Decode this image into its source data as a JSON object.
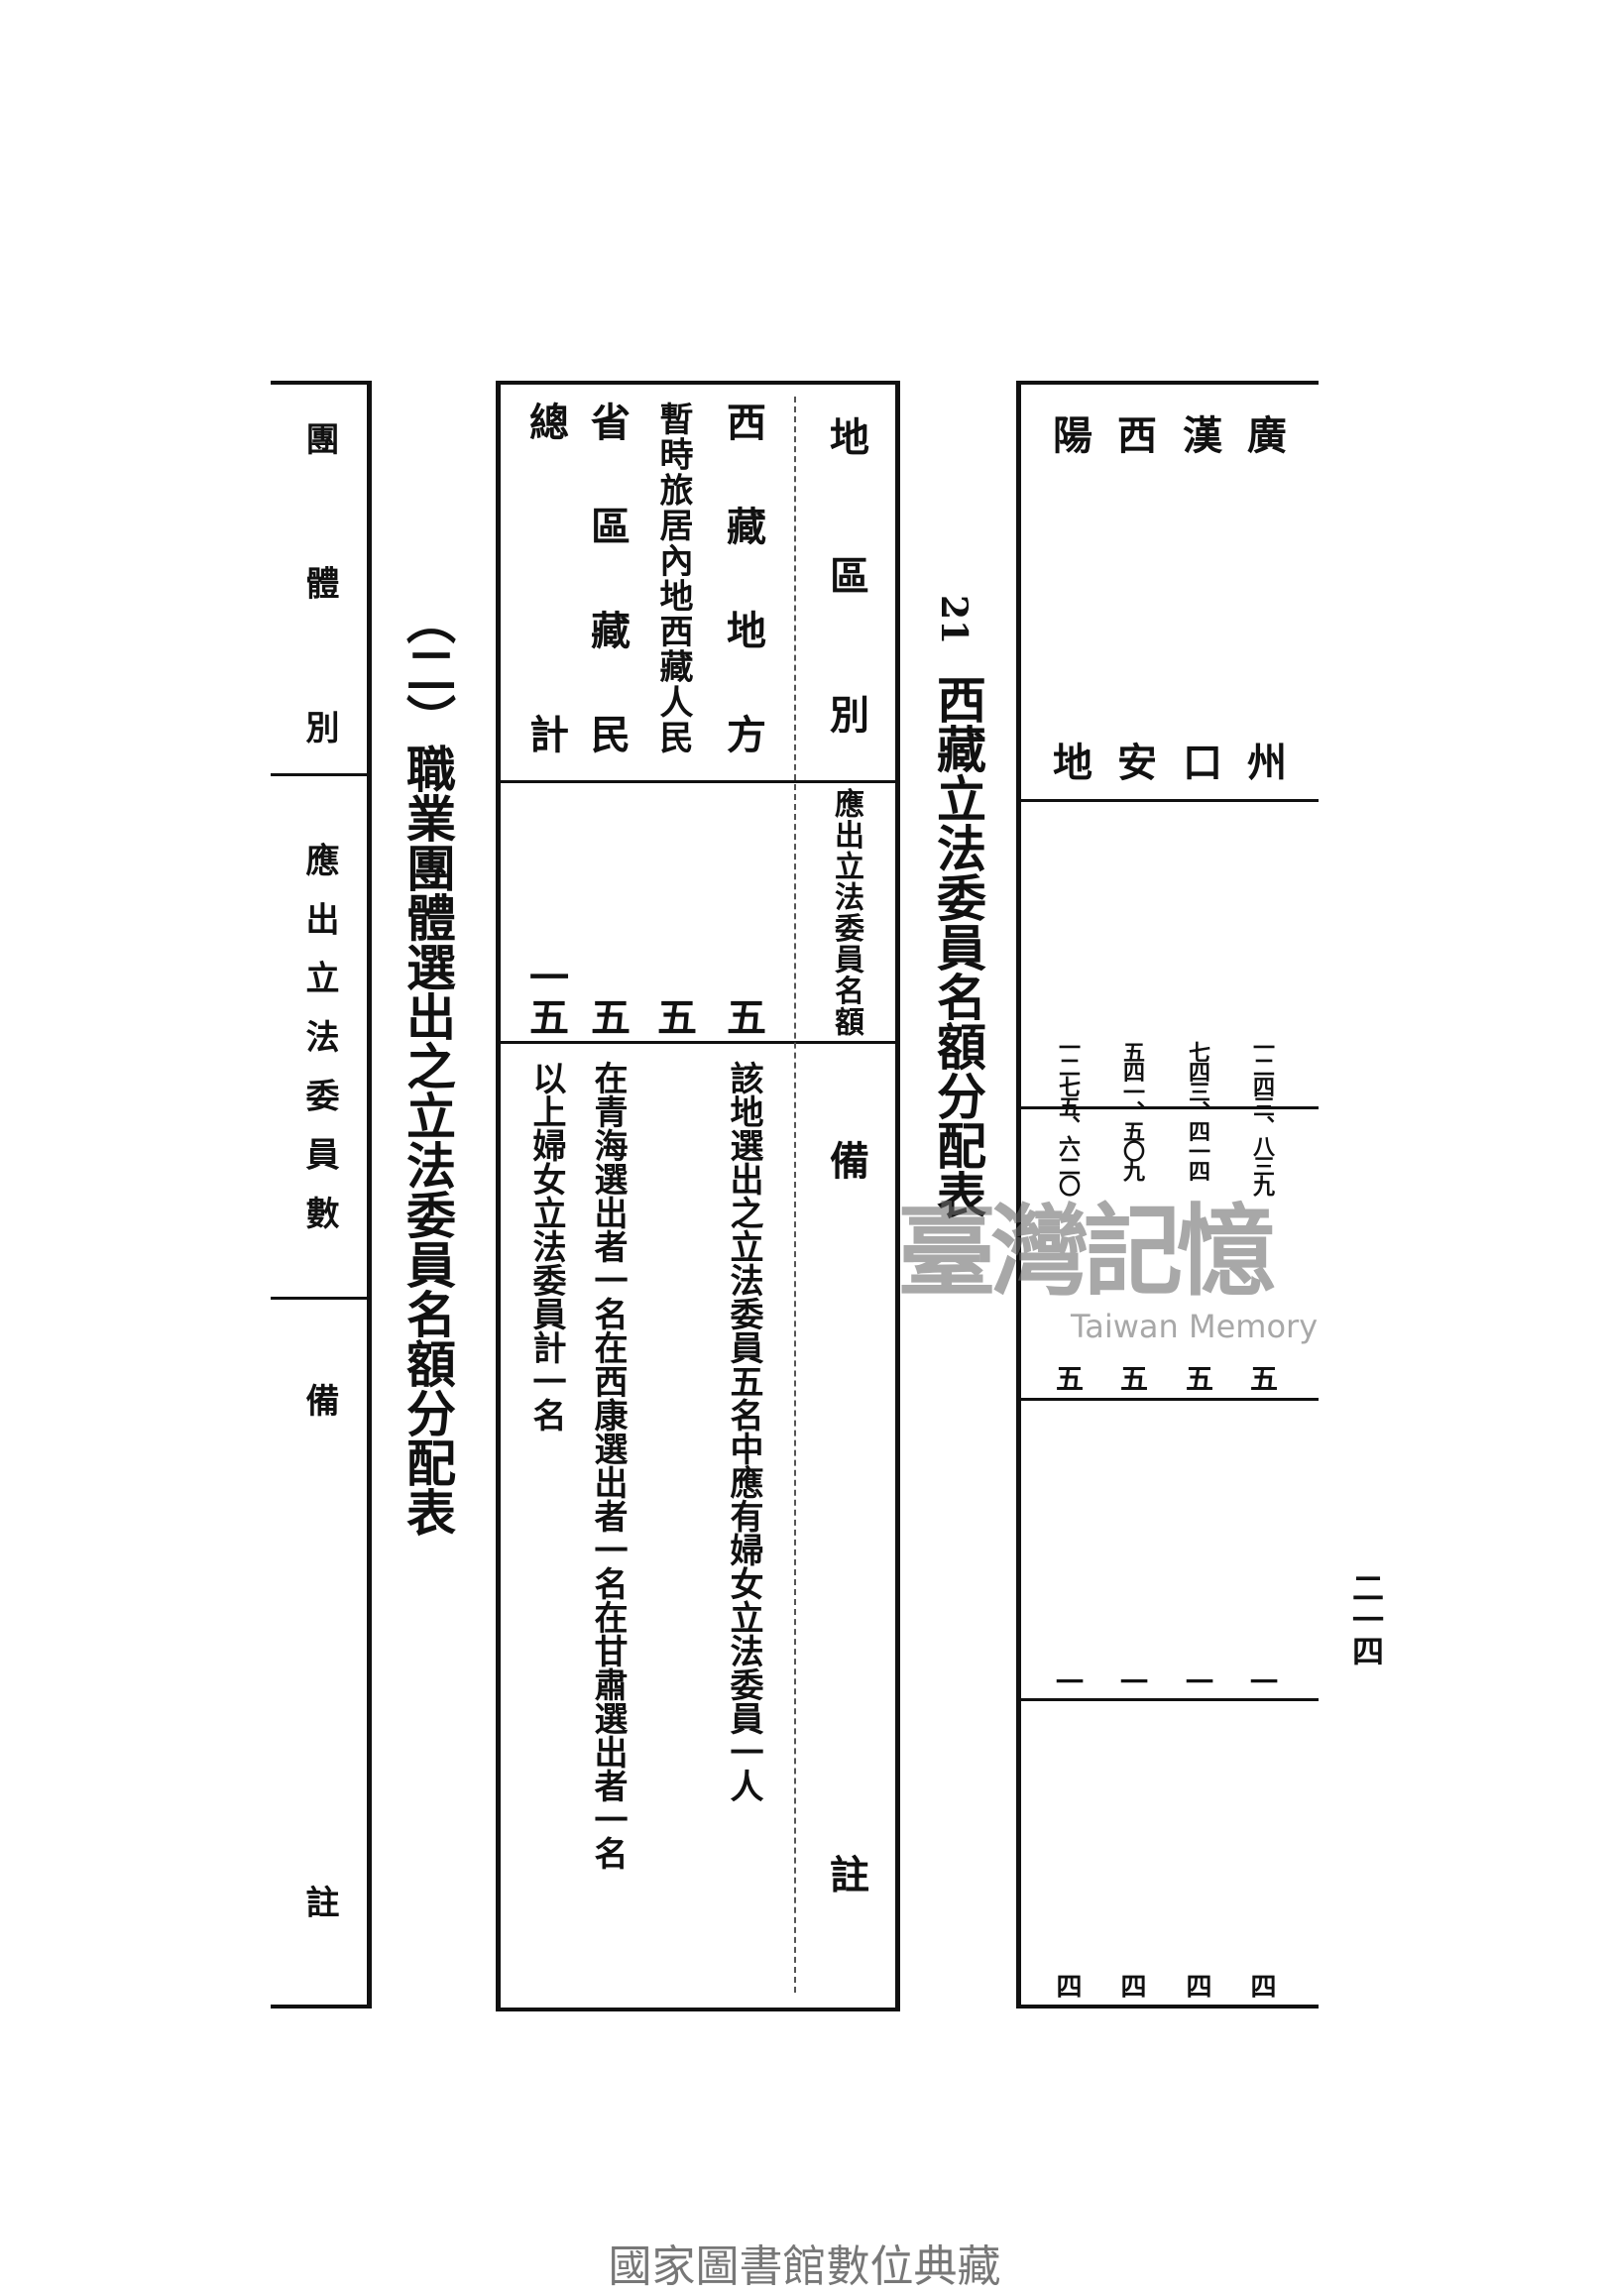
{
  "page_number": "二一四",
  "footer": "國家圖書館數位典藏",
  "watermark": {
    "logo_text": "臺灣記憶",
    "english": "Taiwan Memory"
  },
  "continued_table": {
    "rows": [
      {
        "region": "廣州",
        "population": "一二四三、八三九",
        "seats": "五",
        "women": "一",
        "remark": "四"
      },
      {
        "region": "漢口",
        "population": "七四三、四一四",
        "seats": "五",
        "women": "一",
        "remark": "四"
      },
      {
        "region": "西安",
        "population": "五四一、五〇九",
        "seats": "五",
        "women": "一",
        "remark": "四"
      },
      {
        "region": "陽地",
        "population": "一二七五、六二〇",
        "seats": "五",
        "women": "一",
        "remark": "四"
      }
    ]
  },
  "tibet_table": {
    "number": "21",
    "title": "西藏立法委員名額分配表",
    "headers": {
      "region": "地區別",
      "seats": "應出立法委員名額",
      "remark": "備註"
    },
    "rows": [
      {
        "region": "西藏地方",
        "seats": "五",
        "remark": "該地選出之立法委員五名中應有婦女立法委員一人"
      },
      {
        "region": "暫時旅居內地西藏人民",
        "seats": "五",
        "remark": "在青海選出者一名在西康選出者一名在甘肅選出者一名"
      },
      {
        "region": "省區藏民",
        "seats": "五",
        "remark": "以上婦女立法委員計一名"
      },
      {
        "region": "總計",
        "seats": "一五",
        "remark": ""
      }
    ]
  },
  "occupation_table": {
    "title": "（二）職業團體選出之立法委員名額分配表",
    "headers": {
      "group": "團體別",
      "seats": "應出立法委員數",
      "remark": "備註"
    }
  }
}
